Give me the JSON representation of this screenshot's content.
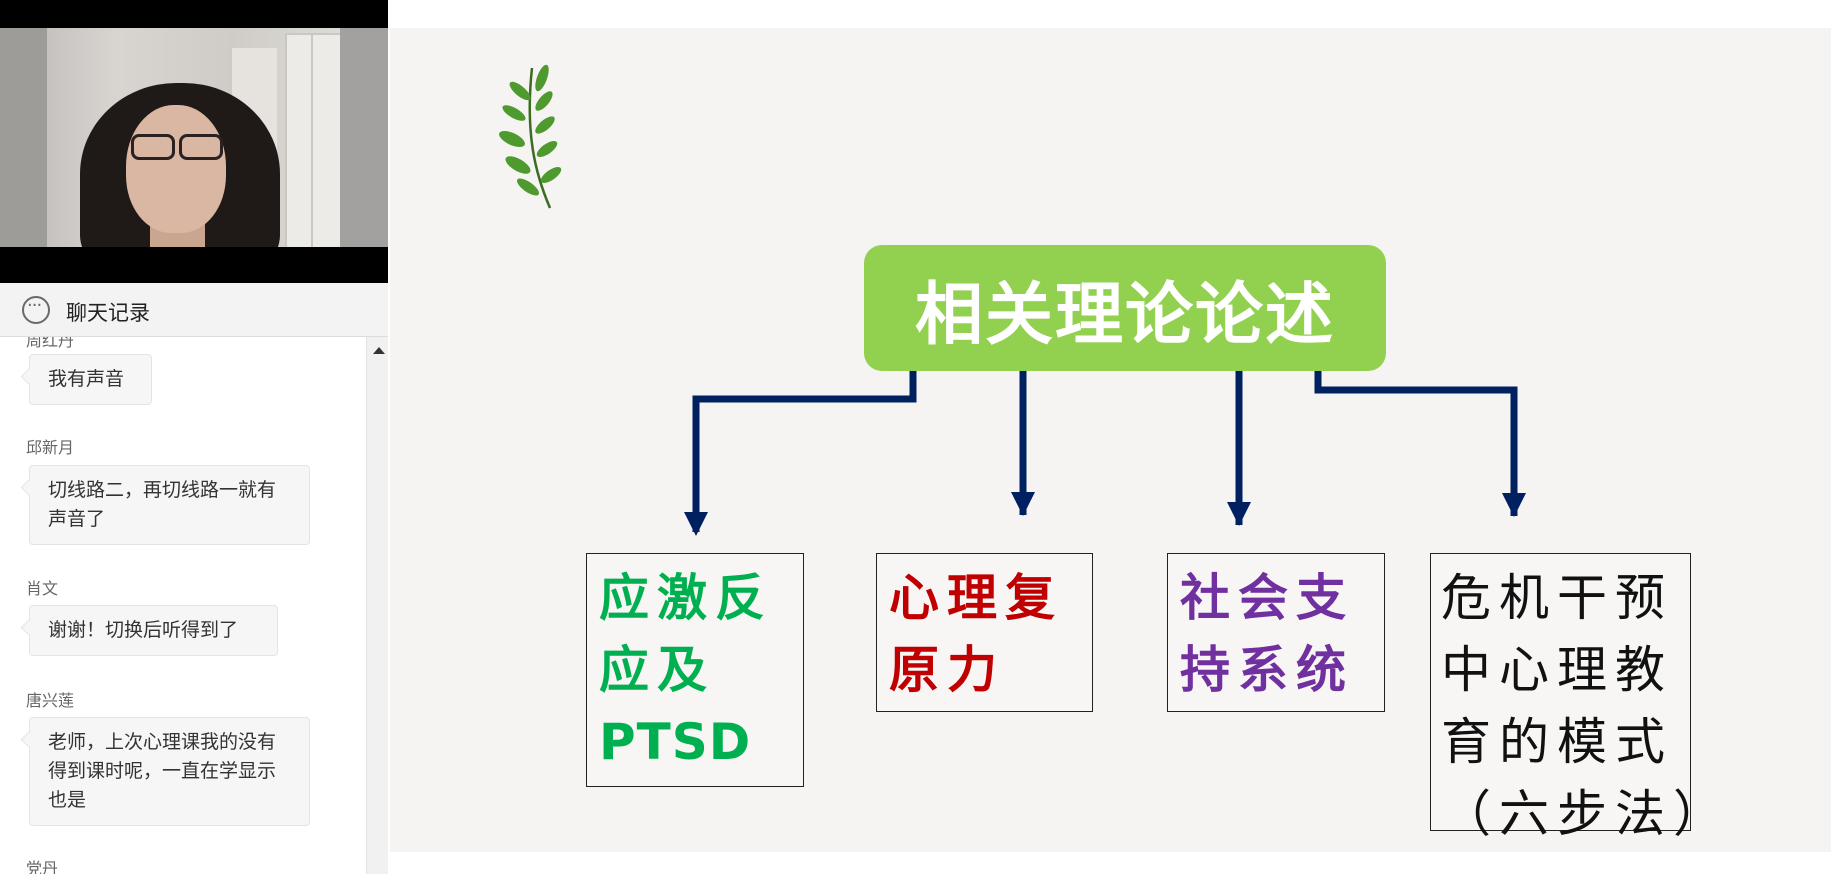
{
  "chat": {
    "title": "聊天记录",
    "messages": [
      {
        "name": "周红丹",
        "text": "我有声音"
      },
      {
        "name": "邱新月",
        "text": "切线路二，再切线路一就有声音了"
      },
      {
        "name": "肖文",
        "text": "谢谢！切换后听得到了"
      },
      {
        "name": "唐兴莲",
        "text": "老师，上次心理课我的没有得到课时呢，一直在学显示也是"
      },
      {
        "name": "党丹",
        "text": ""
      }
    ]
  },
  "slide": {
    "title": "相关理论论述",
    "boxes": [
      {
        "lines": [
          "应激反",
          "应及",
          "PTSD"
        ]
      },
      {
        "lines": [
          "心理复",
          "原力"
        ]
      },
      {
        "lines": [
          "社会支",
          "持系统"
        ]
      },
      {
        "lines": [
          "危机干预",
          "中心理教",
          "育的模式",
          "（六步法）"
        ]
      }
    ],
    "colors": {
      "title_bg": "#92d050",
      "arrow": "#002060",
      "box1": "#00b050",
      "box2": "#c00000",
      "box3": "#7030a0",
      "box4": "#111111"
    }
  }
}
